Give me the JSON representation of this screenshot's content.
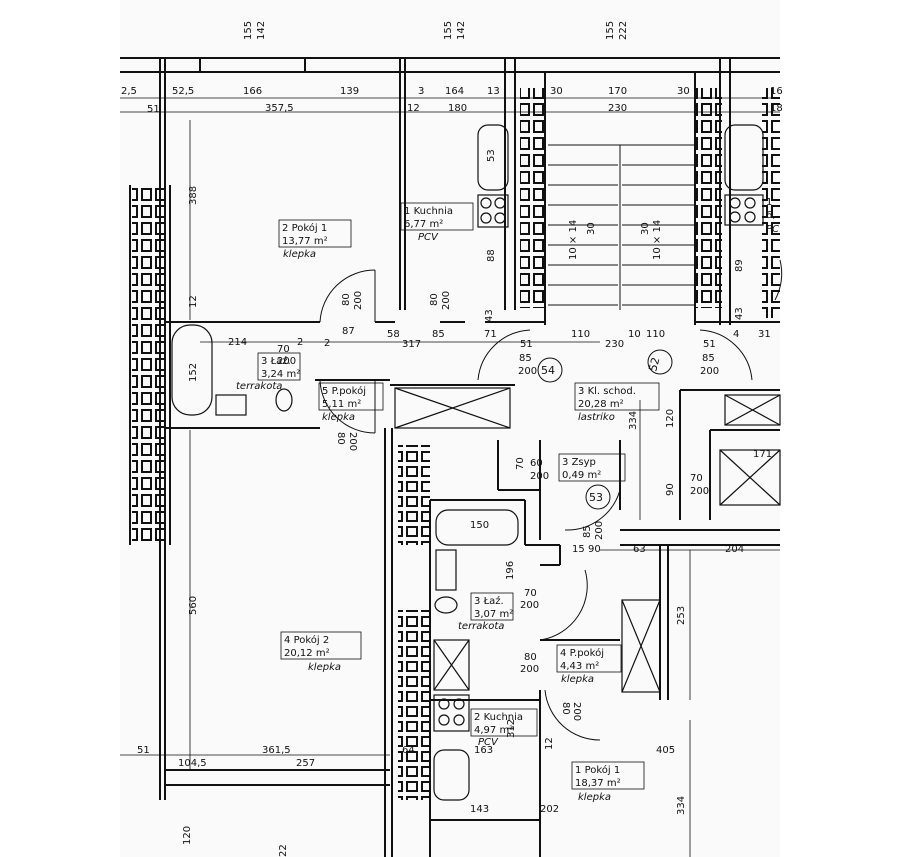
{
  "drawing": {
    "top_dims": [
      {
        "id": "a",
        "a": "155",
        "b": "142"
      },
      {
        "id": "b",
        "a": "155",
        "b": "142"
      },
      {
        "id": "c",
        "a": "155",
        "b": "222"
      }
    ],
    "dims_row1": [
      "2,5",
      "51",
      "52,5",
      "166",
      "139",
      "3",
      "164",
      "13",
      "30",
      "170",
      "30",
      "16"
    ],
    "dims_row2": [
      "357,5",
      "12",
      "180",
      "230",
      "18"
    ],
    "dims_vertical": [
      "388",
      "12",
      "152",
      "560",
      "334",
      "120",
      "90",
      "253",
      "334",
      "120",
      "196",
      "89"
    ],
    "dims_mid": [
      "214",
      "70",
      "200",
      "2",
      "317",
      "58",
      "85",
      "71",
      "110",
      "10",
      "110",
      "230",
      "51",
      "85",
      "200",
      "51",
      "85",
      "200",
      "4",
      "31",
      "43",
      "43",
      "150",
      "15",
      "90",
      "63",
      "204",
      "171",
      "70",
      "200",
      "163",
      "143",
      "202",
      "12",
      "405",
      "51",
      "104,5",
      "361,5",
      "64",
      "257",
      "2",
      "22"
    ],
    "rooms": [
      {
        "id": "r1",
        "num": "2",
        "name": "Pokój",
        "unit": "1",
        "area": "13,77",
        "sup": "m²",
        "floor": "klepka"
      },
      {
        "id": "r2",
        "num": "1",
        "name": "Kuchnia",
        "unit": "",
        "area": "6,77",
        "sup": "m²",
        "floor": "PCV"
      },
      {
        "id": "r3",
        "num": "3",
        "name": "Łaź.",
        "unit": "",
        "area": "3,24",
        "sup": "m²",
        "floor": "terrakota"
      },
      {
        "id": "r4",
        "num": "5",
        "name": "P.pokój",
        "unit": "",
        "area": "5,11",
        "sup": "m²",
        "floor": "klepka"
      },
      {
        "id": "r5",
        "num": "3",
        "name": "Kl. schod.",
        "unit": "",
        "area": "20,28",
        "sup": "m²",
        "floor": "lastriko"
      },
      {
        "id": "r6",
        "num": "3",
        "name": "Zsyp",
        "unit": "",
        "area": "0,49",
        "sup": "m²",
        "floor": ""
      },
      {
        "id": "r7",
        "num": "4",
        "name": "Pokój",
        "unit": "2",
        "area": "20,12",
        "sup": "m²",
        "floor": "klepka"
      },
      {
        "id": "r8",
        "num": "3",
        "name": "Łaź.",
        "unit": "",
        "area": "3,07",
        "sup": "m²",
        "floor": "terrakota"
      },
      {
        "id": "r9",
        "num": "4",
        "name": "P.pokój",
        "unit": "",
        "area": "4,43",
        "sup": "m²",
        "floor": "klepka"
      },
      {
        "id": "r10",
        "num": "2",
        "name": "Kuchnia",
        "unit": "",
        "area": "4,97",
        "sup": "m²",
        "floor": "PCV"
      },
      {
        "id": "r11",
        "num": "1",
        "name": "Pokój",
        "unit": "1",
        "area": "18,37",
        "sup": "m²",
        "floor": "klepka"
      },
      {
        "id": "r12",
        "num": "1",
        "name": "",
        "unit": "",
        "area": "6,",
        "sup": "",
        "floor": "PC"
      }
    ],
    "doors": [
      {
        "id": "d1",
        "w": "80",
        "h": "200"
      },
      {
        "id": "d2",
        "w": "80",
        "h": "200"
      },
      {
        "id": "d3",
        "w": "70",
        "h": "200"
      },
      {
        "id": "d4",
        "w": "85",
        "h": "200"
      },
      {
        "id": "d5",
        "w": "85",
        "h": "200"
      },
      {
        "id": "d6",
        "w": "80",
        "h": "200"
      },
      {
        "id": "d7",
        "w": "60",
        "h": "200"
      },
      {
        "id": "d8",
        "w": "85",
        "h": "200"
      },
      {
        "id": "d9",
        "w": "70",
        "h": "200"
      },
      {
        "id": "d10",
        "w": "80",
        "h": "200"
      },
      {
        "id": "d11",
        "w": "70",
        "h": "200"
      },
      {
        "id": "d12",
        "w": "80",
        "h": "200"
      }
    ],
    "apartments": [
      "54",
      "52",
      "53"
    ],
    "stairs": [
      "10 × 14",
      "30",
      "30",
      "10 × 14"
    ],
    "kitchen_dims": [
      "53",
      "88",
      "87",
      "312"
    ]
  }
}
